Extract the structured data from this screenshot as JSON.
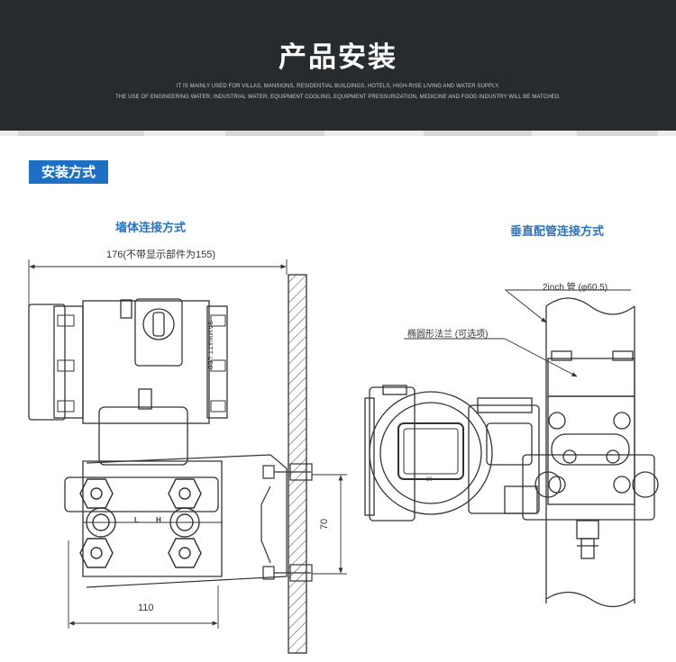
{
  "header": {
    "title": "产品安装",
    "subtitle_line1": "IT IS MAINLY USED FOR VILLAS, MANSIONS, RESIDENTIAL BUILDINGS, HOTELS, HIGH-RISE LIVING AND WATER SUPPLY.",
    "subtitle_line2": "THE USE OF ENGINEERING WATER, INDUSTRIAL WATER, EQUIPMENT COOLING, EQUIPMENT PRESSURIZATION, MEDICINE AND FOOD INDUSTRY WILL BE MATCHED."
  },
  "section": {
    "badge": "安装方式"
  },
  "wall_mount": {
    "caption": "墙体连接方式",
    "dim_overall": "176(不带显示部件为155)",
    "dim_width": "110",
    "dim_bolt_spacing": "70",
    "nameplate": "SAMWATT LED",
    "port_low": "L",
    "port_high": "H"
  },
  "pipe_mount": {
    "caption": "垂直配管连接方式",
    "pipe_label": "2inch 管 (φ60.5)",
    "flange_label": "椭圆形法兰 (可选项)",
    "display_text": "80"
  },
  "colors": {
    "banner_bg": "#272b2e",
    "badge_bg": "#1d70c4",
    "caption": "#2a73c0"
  }
}
